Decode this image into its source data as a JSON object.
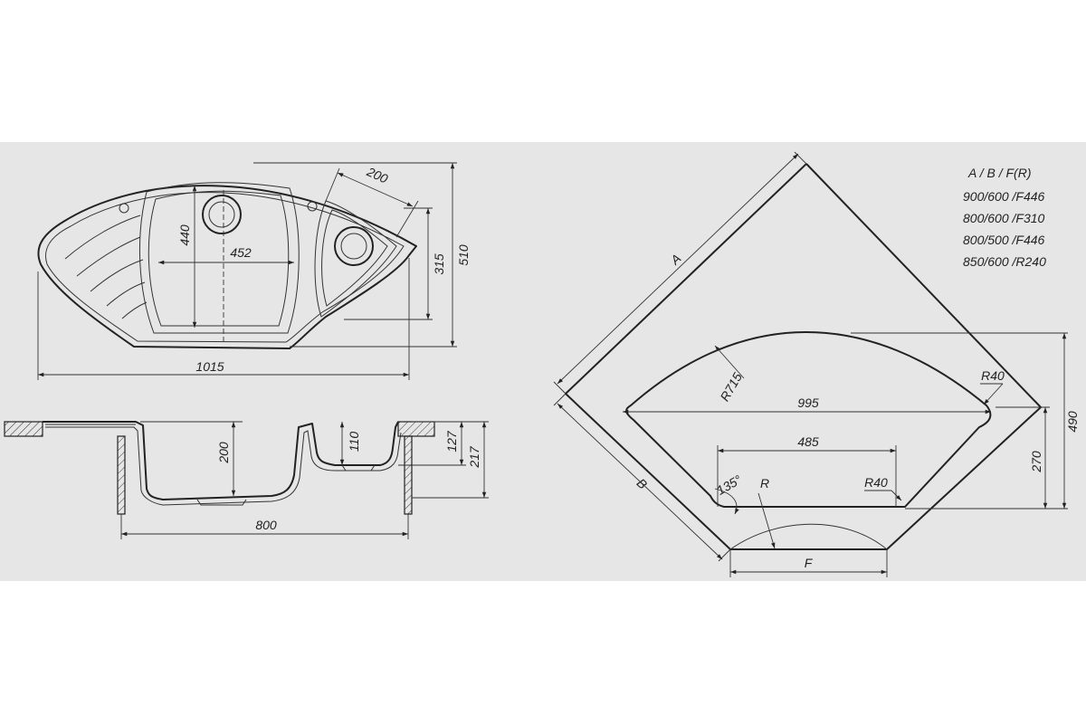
{
  "top_view": {
    "dims": {
      "width_total": "1015",
      "height_total": "510",
      "bowl_height": "440",
      "bowl_width": "452",
      "small_width": "200",
      "small_height": "315"
    }
  },
  "side_view": {
    "dims": {
      "bowl_depth": "200",
      "small_depth": "110",
      "d127": "127",
      "d217": "217",
      "cabinet": "800"
    }
  },
  "cutout": {
    "labels": {
      "A": "A",
      "B": "B",
      "F": "F",
      "R": "R",
      "R715": "R715",
      "R40_a": "R40",
      "R40_b": "R40",
      "angle": "135°",
      "d995": "995",
      "d485": "485",
      "d490": "490",
      "d270": "270"
    }
  },
  "size_table": {
    "header": "A / B / F(R)",
    "rows": [
      "900/600 /F446",
      "800/600 /F310",
      "800/500 /F446",
      "850/600 /R240"
    ]
  }
}
